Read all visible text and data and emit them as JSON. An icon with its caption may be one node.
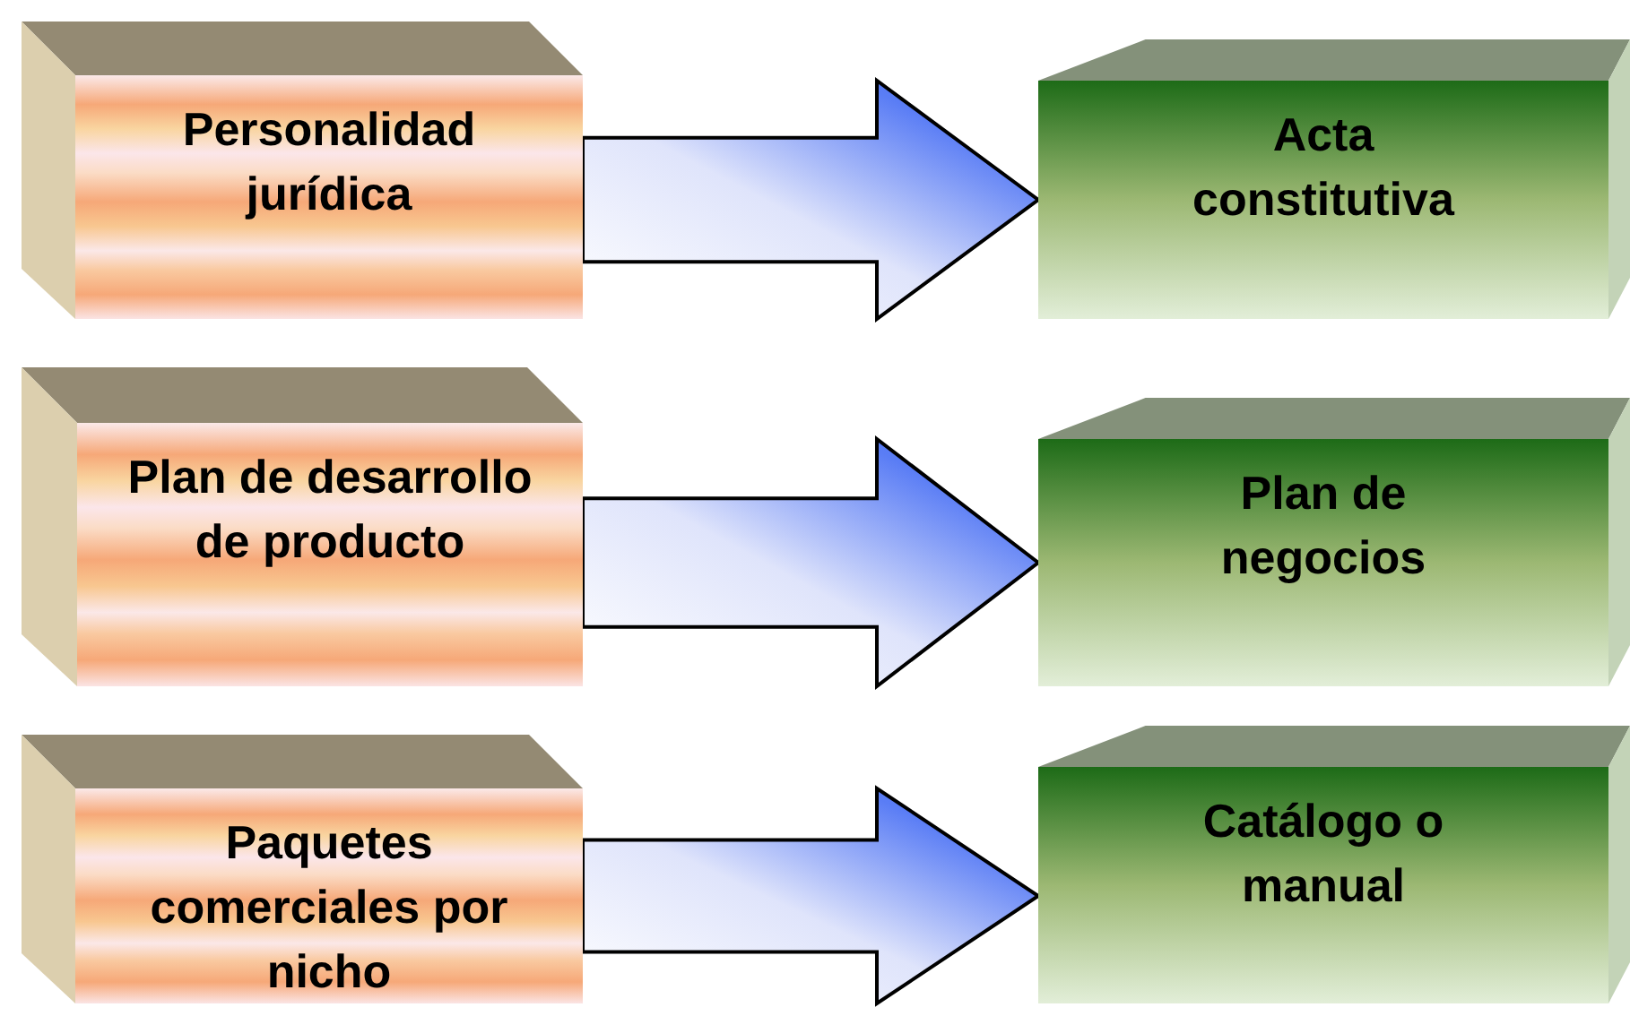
{
  "diagram": {
    "nodes": [
      {
        "text": [
          "Personalidad jurídica"
        ]
      },
      {
        "text": [
          "Acta constitutiva"
        ]
      },
      {
        "text": [
          "Plan de desarrollo de producto"
        ]
      },
      {
        "text": [
          "Plan de negocios"
        ]
      },
      {
        "text": [
          "Paquetes comerciales por nicho"
        ]
      },
      {
        "text": [
          "Catálogo o manual"
        ]
      }
    ],
    "edges": [
      {
        "from": 0,
        "to": 1,
        "arrow": "to"
      },
      {
        "from": 2,
        "to": 3,
        "arrow": "to"
      },
      {
        "from": 4,
        "to": 5,
        "arrow": "to"
      }
    ]
  }
}
